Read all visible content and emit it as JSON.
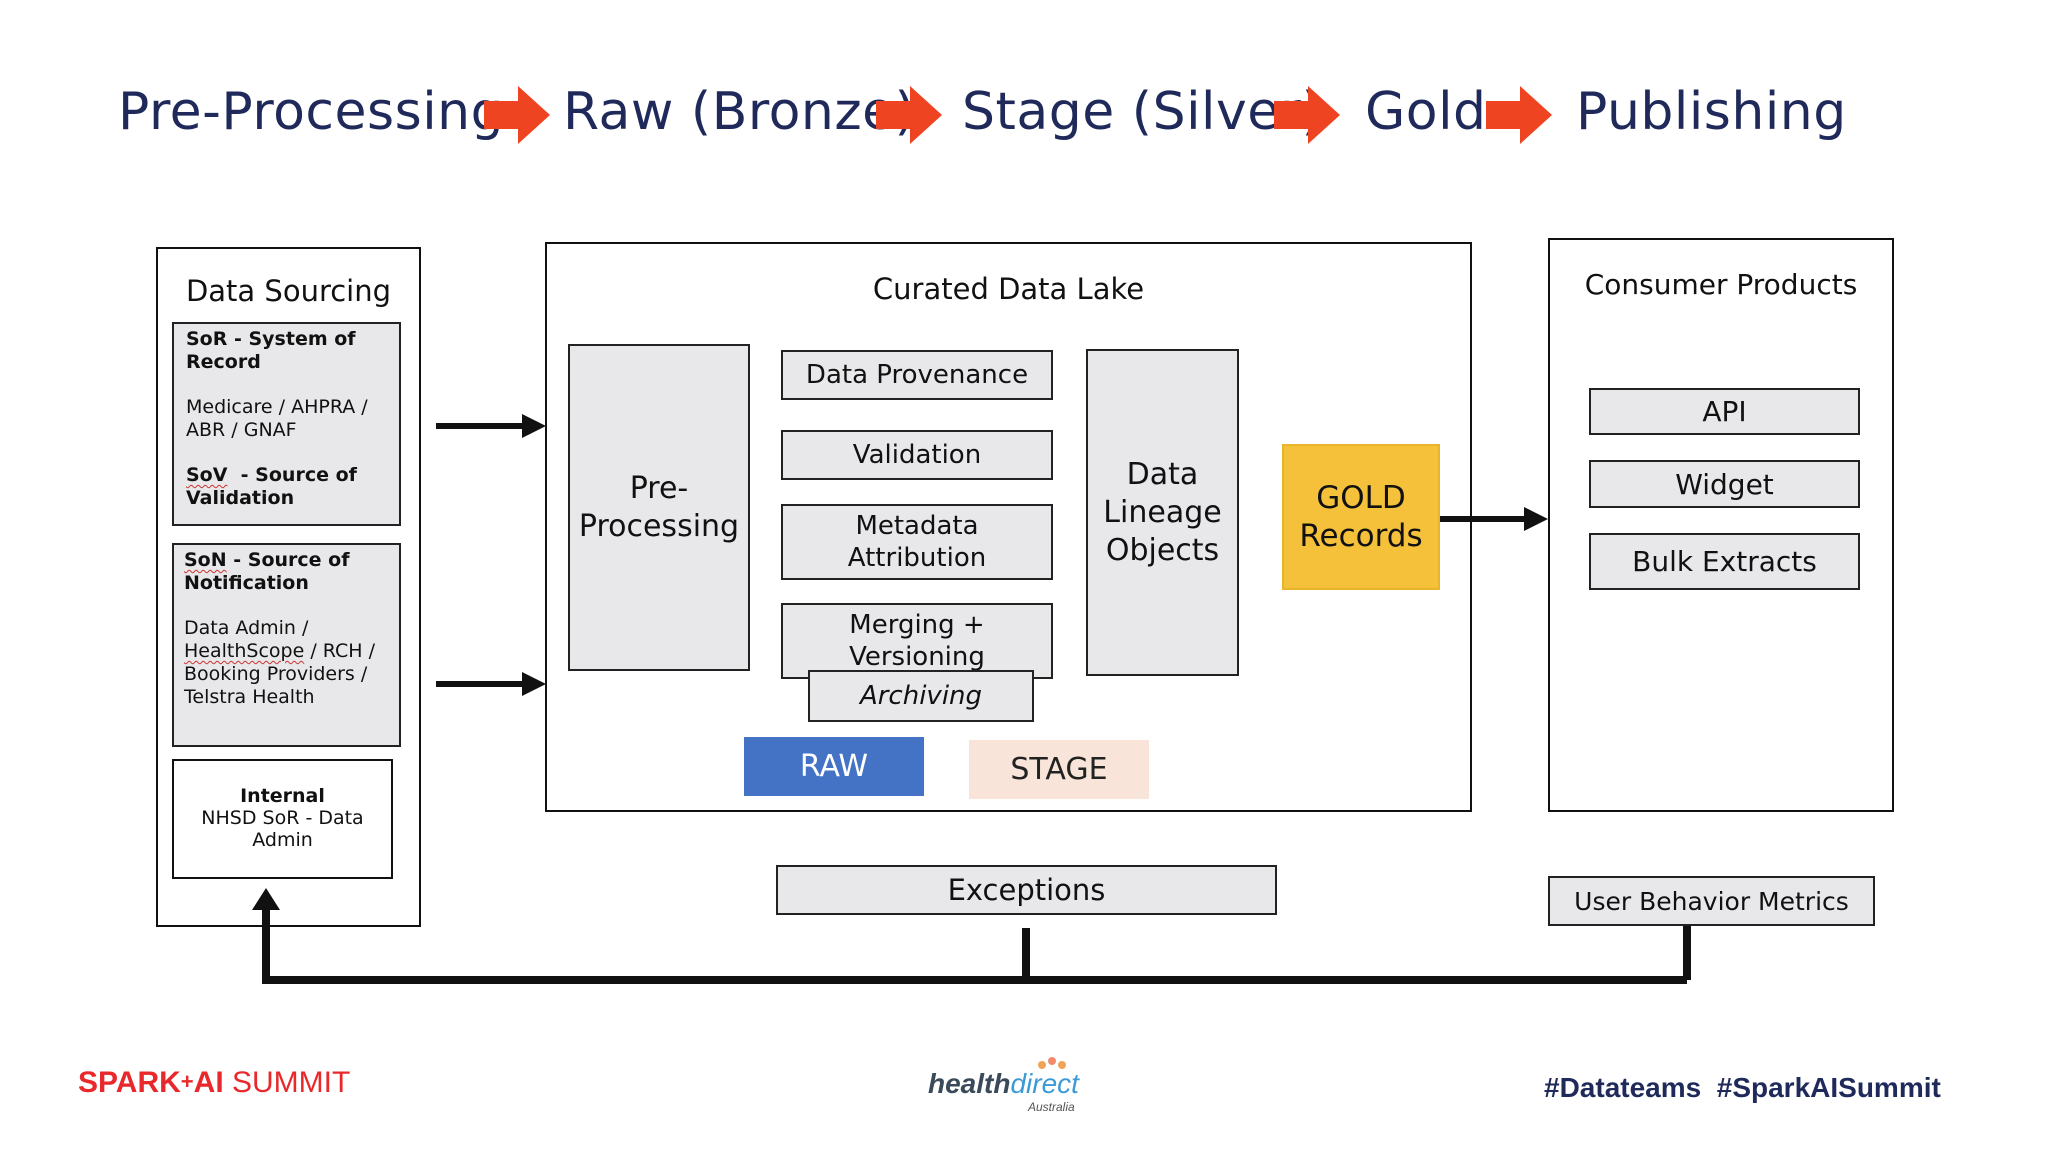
{
  "header": {
    "stages": [
      {
        "label": "Pre-Processing"
      },
      {
        "label": "Raw (Bronze)"
      },
      {
        "label": "Stage (Silver)"
      },
      {
        "label": "Gold"
      },
      {
        "label": "Publishing"
      }
    ],
    "arrow_color": "#ee4422",
    "text_color": "#1f2a5a"
  },
  "data_sourcing": {
    "title": "Data Sourcing",
    "sor": {
      "heading_abbr": "SoR",
      "heading_line1": " - System of",
      "heading_line2": "Record",
      "body_line1": "Medicare / AHPRA /",
      "body_line2": "ABR / GNAF",
      "sov_abbr": "SoV",
      "sov_line1": "  - Source of",
      "sov_line2": "Validation"
    },
    "son": {
      "heading_abbr": "SoN",
      "heading_line1": " - Source of",
      "heading_line2": "Notification",
      "body_line1": "Data Admin /",
      "body_line2a": "HealthScope",
      "body_line2b": " / RCH /",
      "body_line3": "Booking Providers /",
      "body_line4": "Telstra Health"
    },
    "internal": {
      "line1": "Internal",
      "line2": "NHSD SoR - Data",
      "line3": "Admin"
    }
  },
  "curated_lake": {
    "title": "Curated Data Lake",
    "preprocessing_line1": "Pre-",
    "preprocessing_line2": "Processing",
    "data_provenance": "Data Provenance",
    "validation": "Validation",
    "metadata_line1": "Metadata",
    "metadata_line2": "Attribution",
    "merging_line1": "Merging +",
    "merging_line2": "Versioning",
    "archiving": "Archiving",
    "lineage_line1": "Data",
    "lineage_line2": "Lineage",
    "lineage_line3": "Objects",
    "raw": "RAW",
    "stage": "STAGE",
    "raw_color": "#4472c4",
    "stage_color": "#f8e4d8"
  },
  "gold": {
    "line1": "GOLD",
    "line2": "Records",
    "color": "#f5c13b"
  },
  "consumer": {
    "title": "Consumer Products",
    "items": [
      "API",
      "Widget",
      "Bulk Extracts"
    ]
  },
  "exceptions": "Exceptions",
  "user_behavior": "User Behavior Metrics",
  "footer": {
    "spark_bold": "SPARK",
    "spark_plus": "+",
    "spark_ai": "AI",
    "spark_summit": " SUMMIT",
    "brand_health": "health",
    "brand_direct": "direct",
    "brand_country": "Australia",
    "hashtags": "#Datateams  #SparkAISummit",
    "spark_color": "#e8282b",
    "hashtag_color": "#1f2a5a"
  }
}
